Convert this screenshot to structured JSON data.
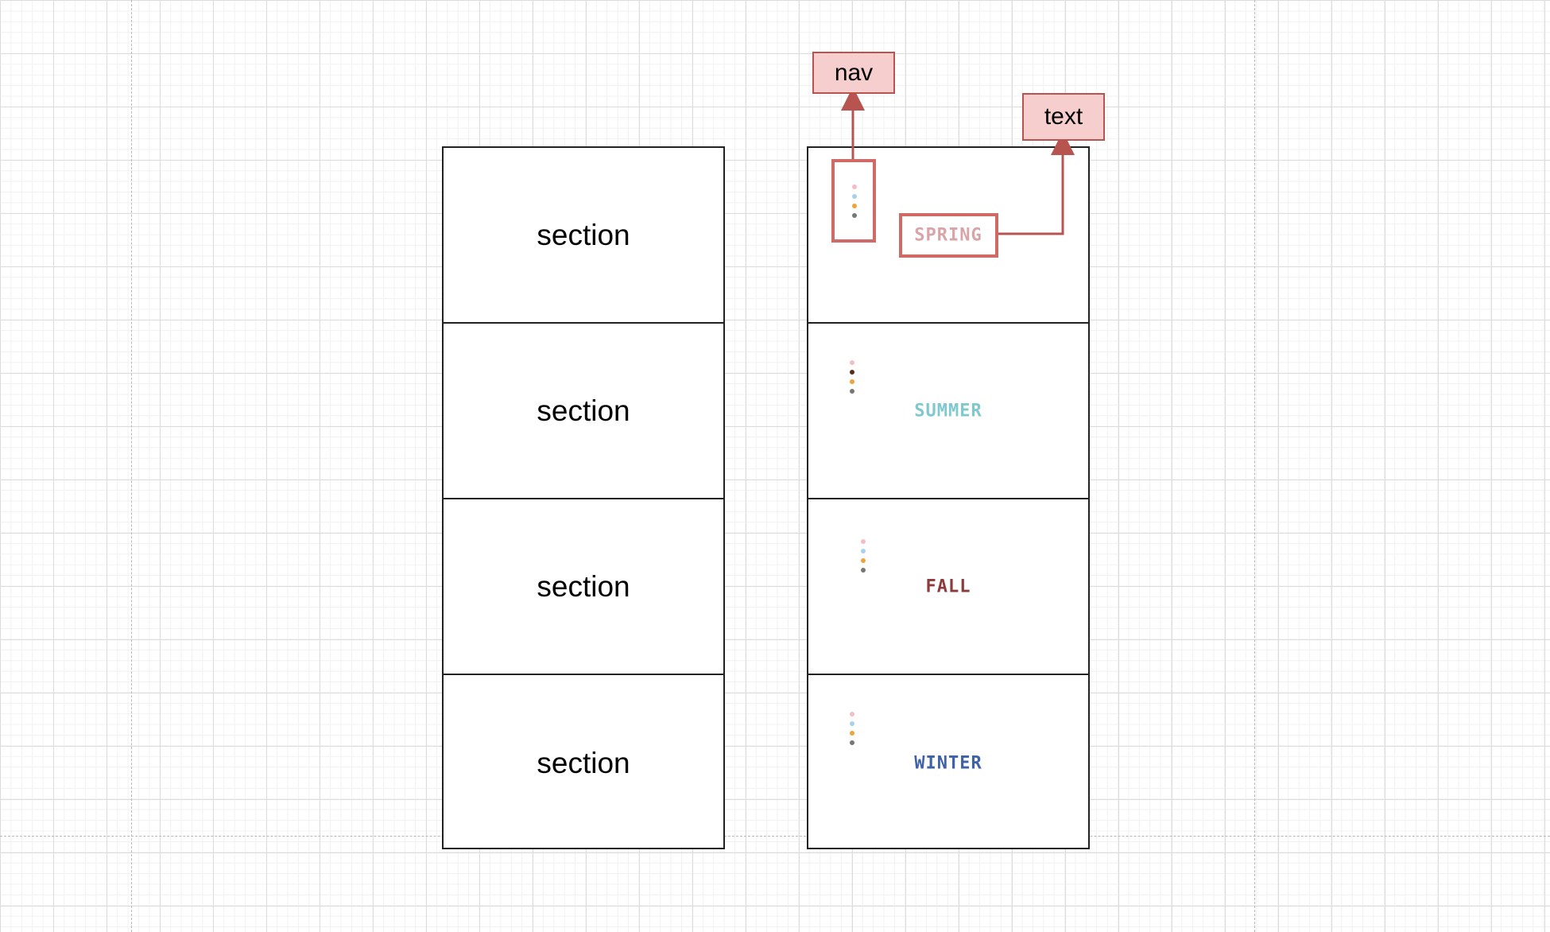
{
  "left_column": {
    "sections": [
      {
        "label": "section"
      },
      {
        "label": "section"
      },
      {
        "label": "section"
      },
      {
        "label": "section"
      }
    ]
  },
  "right_column": {
    "sections": [
      {
        "text": "SPRING",
        "text_color": "#d9a4a8",
        "nav_dots": [
          "#f5bcc6",
          "#a8d3e6",
          "#efa33b",
          "#777777"
        ]
      },
      {
        "text": "SUMMER",
        "text_color": "#7fc8cf",
        "nav_dots": [
          "#f5bcc6",
          "#5a2a1a",
          "#efa33b",
          "#777777"
        ]
      },
      {
        "text": "FALL",
        "text_color": "#8c3a3a",
        "nav_dots": [
          "#f5bcc6",
          "#a8d3e6",
          "#efa33b",
          "#777777"
        ]
      },
      {
        "text": "WINTER",
        "text_color": "#3e61a8",
        "nav_dots": [
          "#f5bcc6",
          "#a8d3e6",
          "#efa33b",
          "#777777"
        ]
      }
    ]
  },
  "callouts": {
    "nav": "nav",
    "text": "text"
  },
  "colors": {
    "callout_fill": "#f6cece",
    "callout_border": "#b85450",
    "highlight": "#d06a66"
  }
}
